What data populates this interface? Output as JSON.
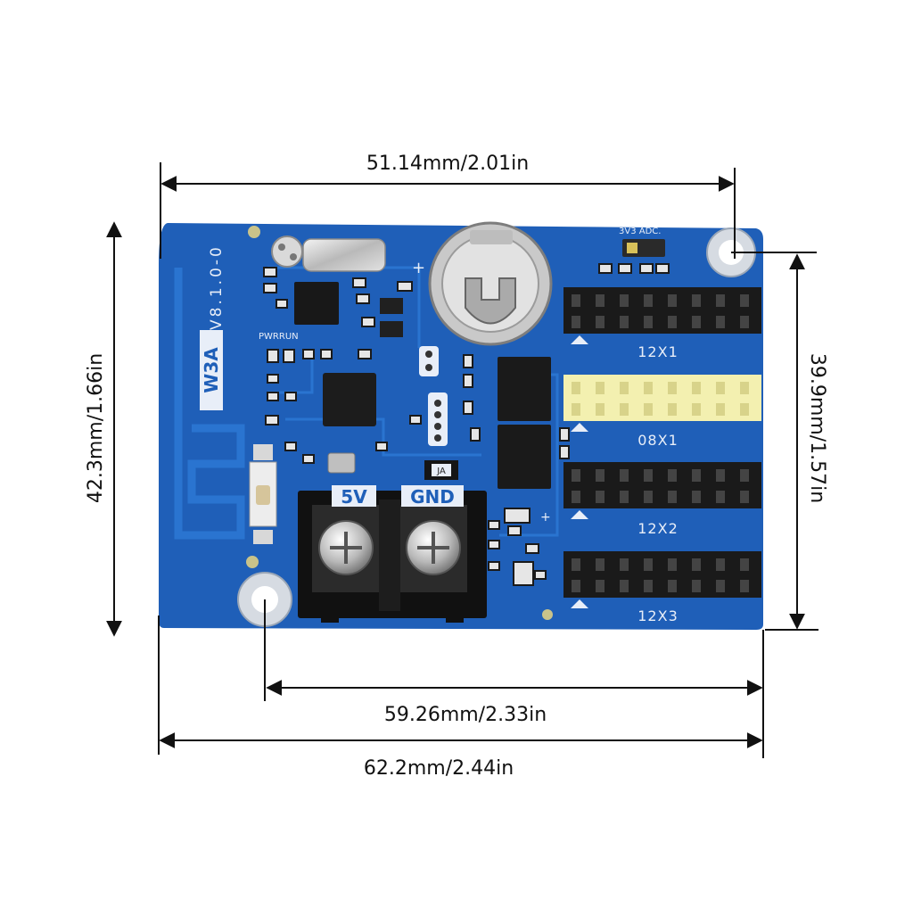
{
  "dimensions": {
    "top_width": "51.14mm/2.01in",
    "left_height": "42.3mm/1.66in",
    "right_height": "39.9mm/1.57in",
    "hole_spacing": "59.26mm/2.33in",
    "total_width": "62.2mm/2.44in"
  },
  "board": {
    "model": "W3A",
    "version": "V8.1.0-0",
    "pwr_run": "PWRRUN",
    "adc_label": "3V3 ADC.",
    "terminal_5v": "5V",
    "terminal_gnd": "GND",
    "ja_label": "JA",
    "header_12x1": "12X1",
    "header_08x1": "08X1",
    "header_12x2": "12X2",
    "header_12x3": "12X3",
    "plus_mark": "+"
  },
  "colors": {
    "pcb": "#1f5fb8",
    "pcb_dark": "#174e9c",
    "trace": "#2a74d0",
    "header_black": "#1a1a1a",
    "header_yellow": "#f3f0b0",
    "dimension_line": "#111111",
    "silk": "#e8eef8"
  }
}
